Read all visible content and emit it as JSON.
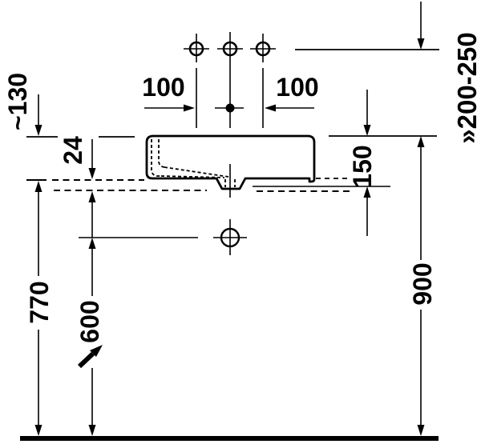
{
  "drawing": {
    "kind": "washbasin installation technical drawing, side elevation",
    "units": "mm",
    "colors": {
      "line": "#000000",
      "background": "#ffffff"
    },
    "dims": {
      "tap_left": "100",
      "tap_right": "100",
      "approx_130": "~130",
      "thickness_24": "24",
      "height_150": "150",
      "range_200_250": "»200-250",
      "height_770": "770",
      "height_600": "600",
      "height_900": "900"
    }
  }
}
